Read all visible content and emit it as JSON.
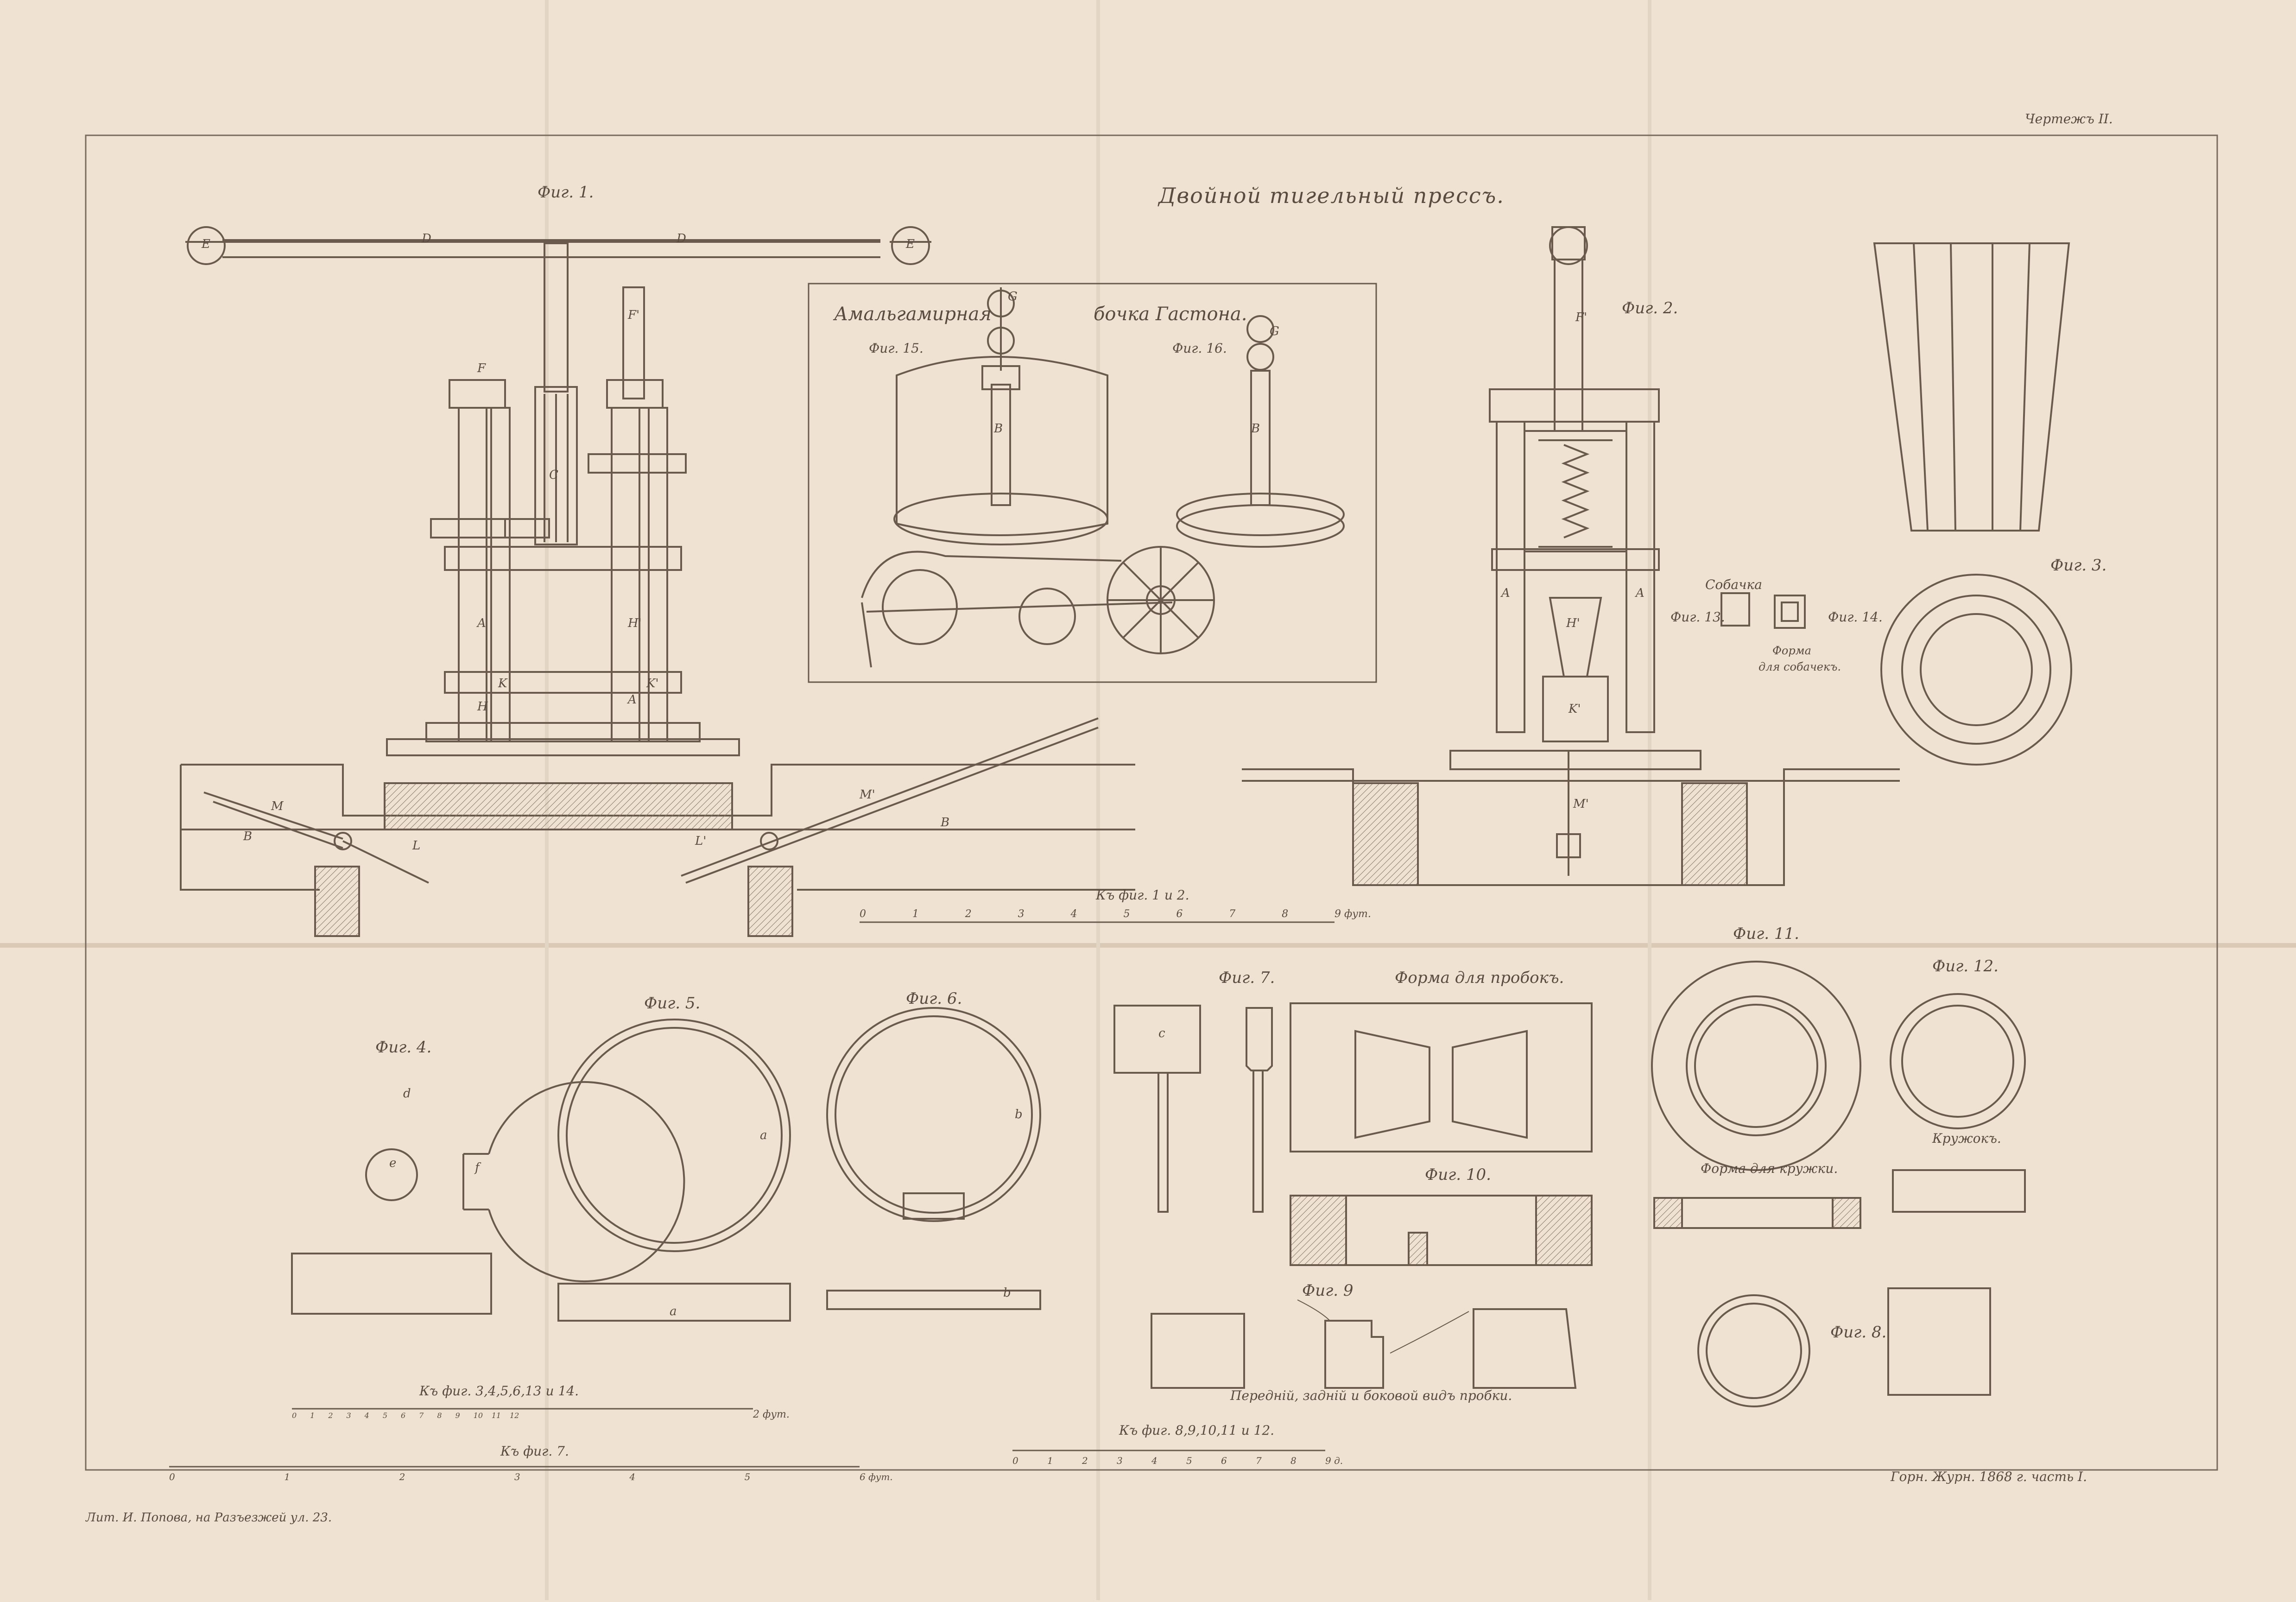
{
  "sheet": {
    "plate": "Чертежъ II.",
    "title": "Двойной тигельный прессъ.",
    "journal": "Горн. Журн. 1868 г. часть I.",
    "printer": "Лит. И. Попова, на Разъезжей ул. 23."
  },
  "inset": {
    "title_part1": "Амальгамирная",
    "title_part2": "бочка Гастона."
  },
  "figures": {
    "fig1": "Фиг. 1.",
    "fig2": "Фиг. 2.",
    "fig3": "Фиг. 3.",
    "fig4": "Фиг. 4.",
    "fig5": "Фиг. 5.",
    "fig6": "Фиг. 6.",
    "fig7": "Фиг. 7.",
    "fig8": "Фиг. 8.",
    "fig9": "Фиг. 9",
    "fig10": "Фиг. 10.",
    "fig11": "Фиг. 11.",
    "fig12": "Фиг. 12.",
    "fig13": "Фиг. 13.",
    "fig14": "Фиг. 14.",
    "fig15": "Фиг. 15.",
    "fig16": "Фиг. 16."
  },
  "captions": {
    "sobachka": "Собачка",
    "forma_sobachek_1": "Форма",
    "forma_sobachek_2": "для собачекъ.",
    "forma_probok": "Форма для пробокъ.",
    "forma_kruzhki": "Форма для кружки.",
    "kruzhok": "Кружокъ.",
    "probka_views": "Передній, задній и боковой видъ пробки."
  },
  "scales": {
    "s12": {
      "caption": "Къ фиг. 1 и 2.",
      "ticks": [
        "0",
        "1",
        "2",
        "3",
        "4",
        "5",
        "6",
        "7",
        "8",
        "9 фут."
      ]
    },
    "s3": {
      "caption": "Къ фиг. 3,4,5,6,13 и 14.",
      "ticks": [
        "0",
        "1",
        "2",
        "3",
        "4",
        "5",
        "6",
        "7",
        "8",
        "9",
        "10",
        "11",
        "12"
      ],
      "end": "2 фут."
    },
    "s7": {
      "caption": "Къ фиг. 7.",
      "ticks": [
        "0",
        "1",
        "2",
        "3",
        "4",
        "5",
        "6 фут."
      ]
    },
    "s8": {
      "caption": "Къ фиг. 8,9,10,11 и 12.",
      "ticks": [
        "0",
        "1",
        "2",
        "3",
        "4",
        "5",
        "6",
        "7",
        "8",
        "9 д."
      ]
    }
  },
  "letters": {
    "E": "E",
    "D": "D",
    "F": "F",
    "F1": "F'",
    "C": "C",
    "A": "A",
    "H": "H",
    "H1": "H'",
    "K": "K",
    "K1": "K'",
    "M": "M",
    "M1": "M'",
    "B": "B",
    "L": "L",
    "L1": "L'",
    "G": "G",
    "d": "d",
    "e": "e",
    "f": "f",
    "a": "a",
    "b": "b",
    "c": "c"
  }
}
